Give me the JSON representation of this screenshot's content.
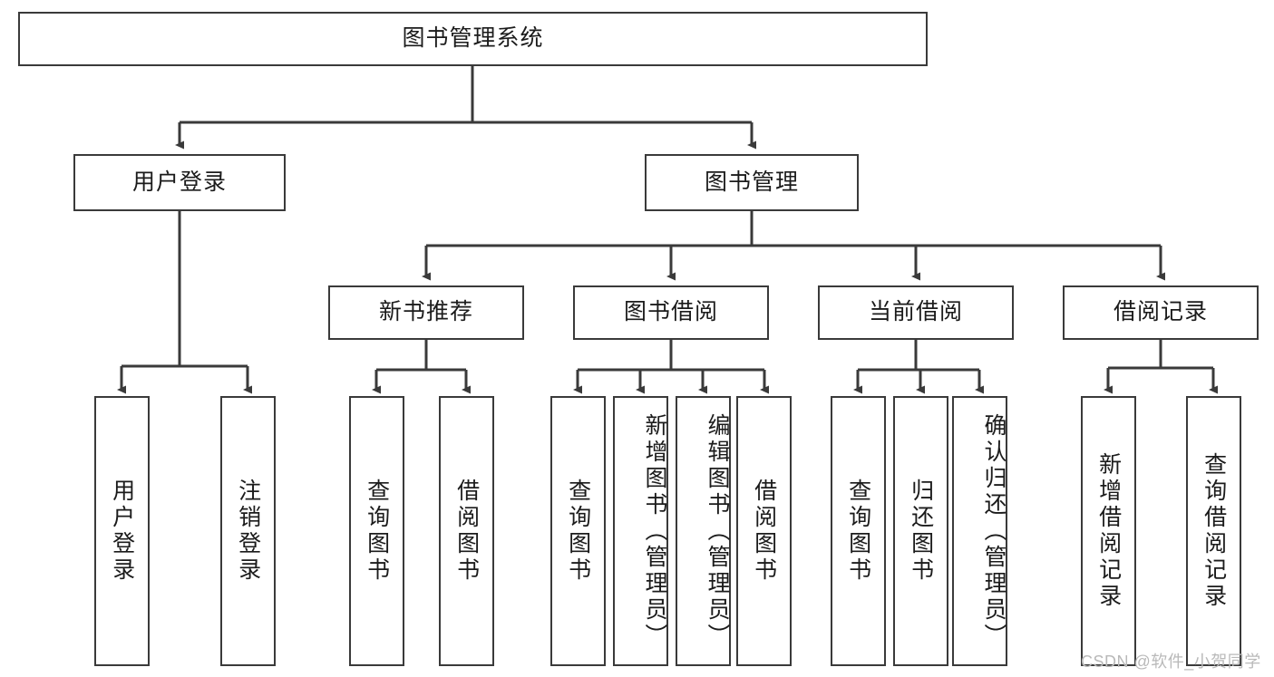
{
  "diagram": {
    "title": "图书管理系统",
    "type": "tree-hierarchy-diagram",
    "colors": {
      "box_border": "#3a3a3a",
      "box_fill": "#ffffff",
      "edge": "#3a3a3a",
      "text": "#1b1b1b",
      "background": "#ffffff",
      "watermark": "#b9b9b9"
    },
    "root": {
      "label": "图书管理系统"
    },
    "level2": [
      {
        "label": "用户登录"
      },
      {
        "label": "图书管理"
      }
    ],
    "level3": [
      {
        "label": "新书推荐"
      },
      {
        "label": "图书借阅"
      },
      {
        "label": "当前借阅"
      },
      {
        "label": "借阅记录"
      }
    ],
    "leaves": {
      "user_login": [
        {
          "label": "用户登录"
        },
        {
          "label": "注销登录"
        }
      ],
      "new_book_recommend": [
        {
          "label": "查询图书"
        },
        {
          "label": "借阅图书"
        }
      ],
      "book_borrow": [
        {
          "label": "查询图书"
        },
        {
          "label": "新增图书（管理员）"
        },
        {
          "label": "编辑图书（管理员）"
        },
        {
          "label": "借阅图书"
        }
      ],
      "current_borrow": [
        {
          "label": "查询图书"
        },
        {
          "label": "归还图书"
        },
        {
          "label": "确认归还（管理员）"
        }
      ],
      "borrow_record": [
        {
          "label": "新增借阅记录"
        },
        {
          "label": "查询借阅记录"
        }
      ]
    }
  },
  "watermark": {
    "text": "CSDN @软件_小贺同学"
  }
}
